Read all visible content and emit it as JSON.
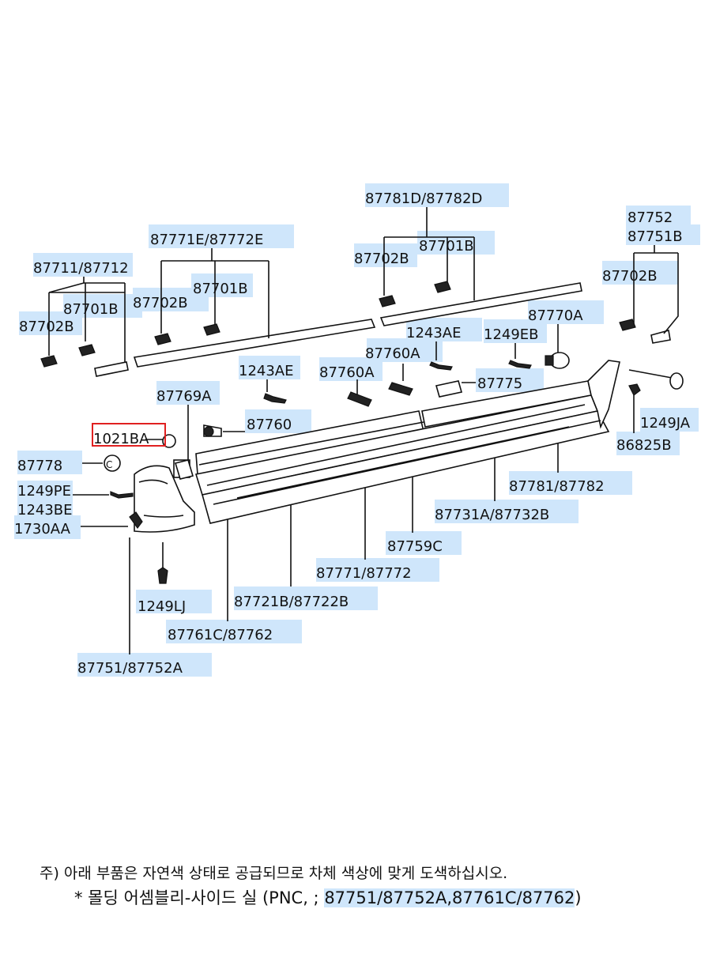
{
  "callouts": {
    "c1": "87781D/87782D",
    "c2": "87752",
    "c3": "87751B",
    "c4": "87771E/87772E",
    "c5": "87711/87712",
    "c6": "87702B",
    "c7": "87701B",
    "c8": "87702B",
    "c9": "87702B",
    "c10": "87701B",
    "c11": "87701B",
    "c12": "87702B",
    "c13": "87770A",
    "c14": "1243AE",
    "c15": "1249EB",
    "c16": "87760A",
    "c17": "1243AE",
    "c18": "87760A",
    "c19": "87775",
    "c20": "87769A",
    "c21": "87760",
    "c22": "1021BA",
    "c23": "87778",
    "c24": "1249PE",
    "c25": "1243BE",
    "c26": "1730AA",
    "c27": "1249JA",
    "c28": "86825B",
    "c29": "87781/87782",
    "c30": "87731A/87732B",
    "c31": "87759C",
    "c32": "87771/87772",
    "c33": "87721B/87722B",
    "c34": "1249LJ",
    "c35": "87761C/87762",
    "c36": "87751/87752A"
  },
  "notes": {
    "line1": "주) 아래 부품은 자연색 상태로 공급되므로 차체 색상에 맞게 도색하십시오.",
    "line2_prefix": "* 몰딩 어셈블리-사이드 실 (PNC, ; ",
    "line2_parts": "87751/87752A,87761C/87762",
    "line2_suffix": ")"
  },
  "colors": {
    "highlight": "#cfe6fb",
    "selection_box": "#e02020"
  }
}
